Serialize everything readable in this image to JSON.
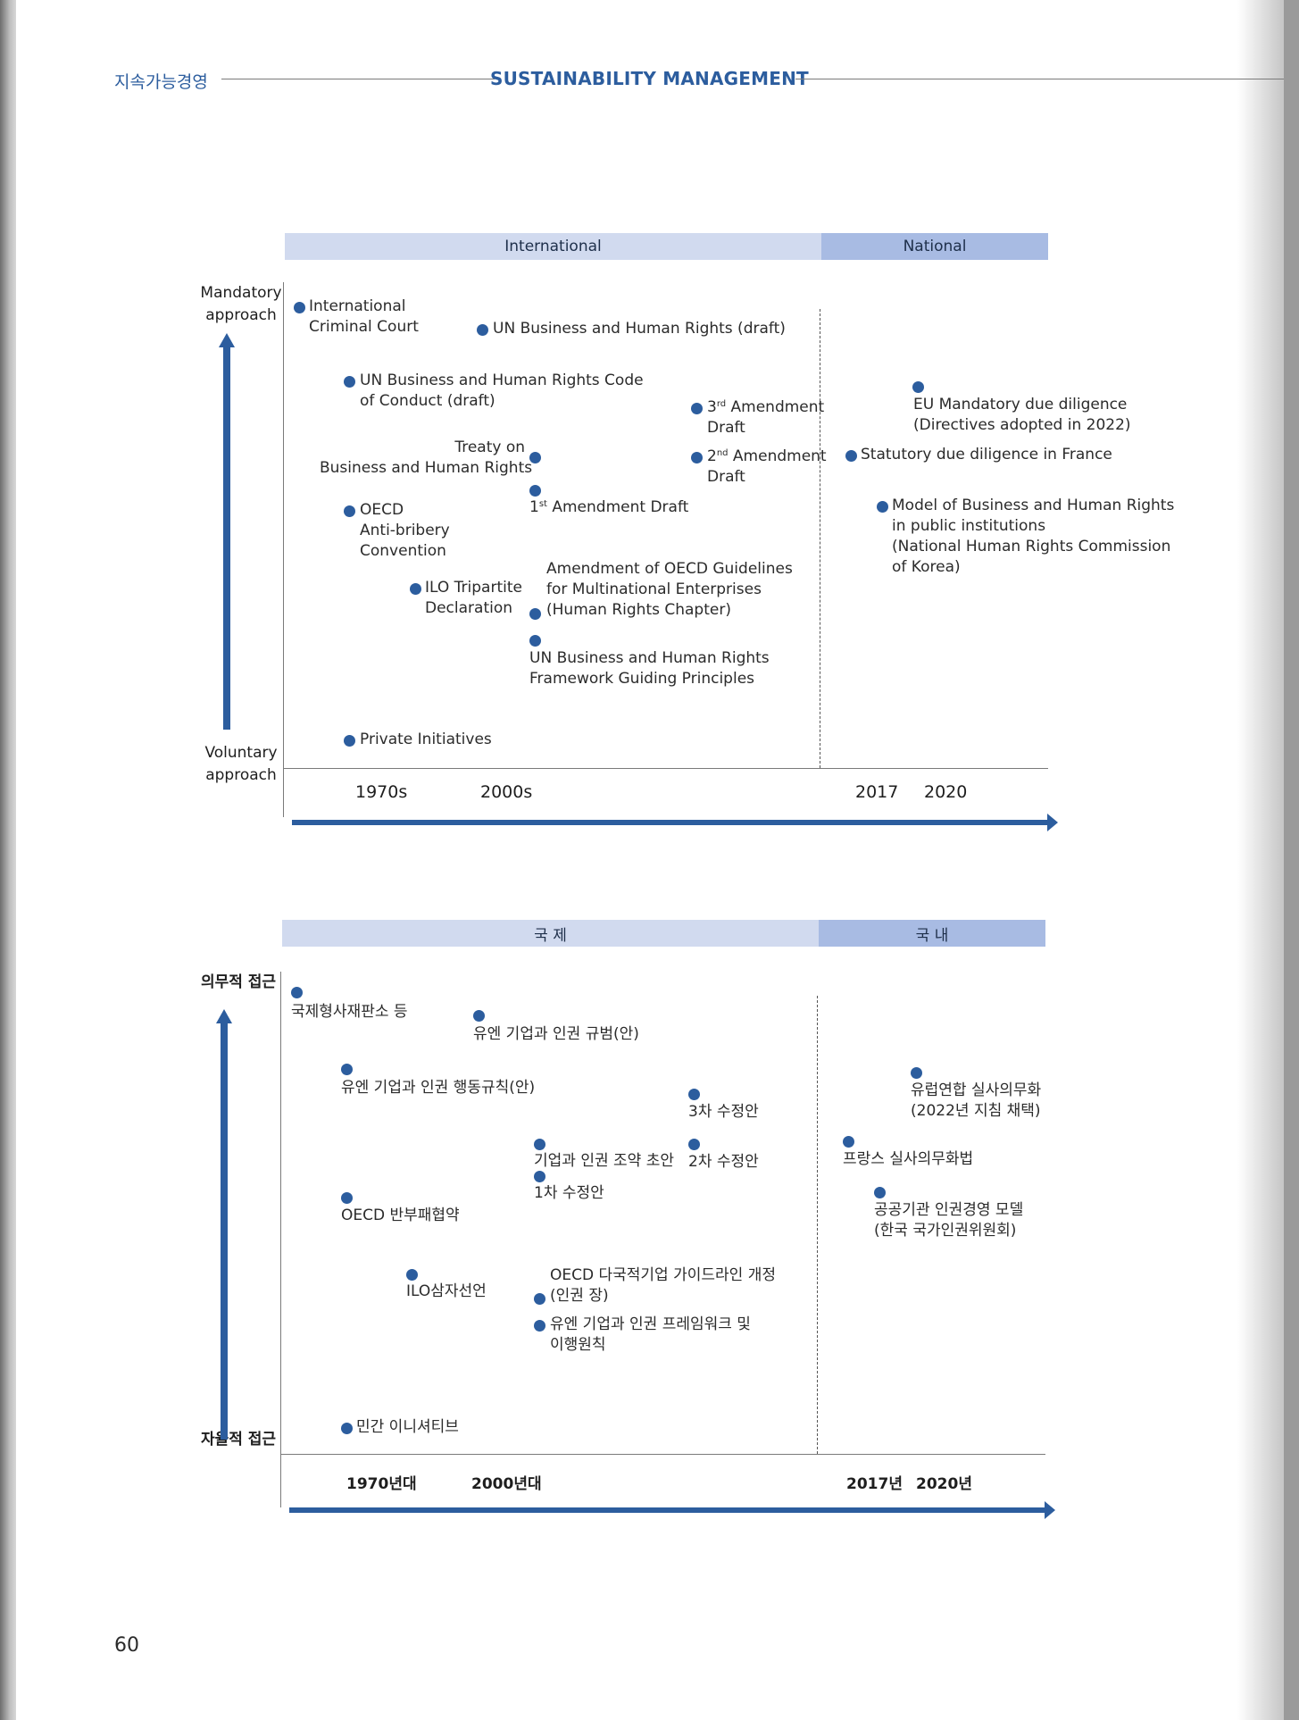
{
  "header": {
    "section_ko": "지속가능경영",
    "section_en": "SUSTAINABILITY MANAGEMENT"
  },
  "page_number": "60",
  "diagram_en": {
    "bands": {
      "international": "International",
      "national": "National"
    },
    "y_top": [
      "Mandatory",
      "approach"
    ],
    "y_bottom": [
      "Voluntary",
      "approach"
    ],
    "x_ticks": [
      "1970s",
      "2000s",
      "2017",
      "2020"
    ],
    "items": {
      "icc": [
        "International",
        "Criminal Court"
      ],
      "un_bhr_draft": "UN Business and Human Rights (draft)",
      "un_code": [
        "UN Business and Human Rights Code",
        "of Conduct (draft)"
      ],
      "amend3": {
        "num": "3",
        "sup": "rd",
        "text": " Amendment",
        "line2": "Draft"
      },
      "treaty": [
        "Treaty on",
        "Business and Human Rights"
      ],
      "amend2": {
        "num": "2",
        "sup": "nd",
        "text": " Amendment",
        "line2": "Draft"
      },
      "amend1": {
        "num": "1",
        "sup": "st",
        "text": " Amendment Draft"
      },
      "oecd_ab": [
        "OECD",
        "Anti-bribery",
        "Convention"
      ],
      "oecd_guidelines": [
        "Amendment of OECD Guidelines",
        "for Multinational Enterprises",
        "(Human Rights Chapter)"
      ],
      "ilo": [
        "ILO Tripartite",
        "Declaration"
      ],
      "un_framework": [
        "UN Business and Human Rights",
        "Framework Guiding Principles"
      ],
      "private": "Private Initiatives",
      "eu": [
        "EU Mandatory due diligence",
        "(Directives adopted in 2022)"
      ],
      "france": "Statutory due diligence in France",
      "korea": [
        "Model of Business and Human Rights",
        "in public institutions",
        "(National Human Rights Commission",
        "of Korea)"
      ]
    }
  },
  "diagram_ko": {
    "bands": {
      "international": "국  제",
      "national": "국  내"
    },
    "y_top": "의무적 접근",
    "y_bottom": "자율적 접근",
    "x_ticks": [
      "1970년대",
      "2000년대",
      "2017년",
      "2020년"
    ],
    "items": {
      "icc": "국제형사재판소 등",
      "un_bhr_draft": "유엔 기업과 인권 규범(안)",
      "un_code": "유엔 기업과 인권 행동규칙(안)",
      "amend3": "3차 수정안",
      "treaty": "기업과 인권 조약 초안",
      "amend2": "2차 수정안",
      "amend1": "1차 수정안",
      "oecd_ab": "OECD 반부패협약",
      "oecd_guidelines": [
        "OECD 다국적기업 가이드라인 개정",
        "(인권 장)"
      ],
      "ilo": "ILO삼자선언",
      "un_framework": [
        "유엔 기업과 인권 프레임워크 및",
        "이행원칙"
      ],
      "private": "민간 이니셔티브",
      "eu": [
        "유럽연합 실사의무화",
        "(2022년 지침 채택)"
      ],
      "france": "프랑스 실사의무화법",
      "korea": [
        "공공기관 인권경영 모델",
        "(한국 국가인권위원회)"
      ]
    }
  },
  "colors": {
    "accent": "#2c5d9e",
    "band_international": "#d1daef",
    "band_national": "#a8bbe3"
  }
}
